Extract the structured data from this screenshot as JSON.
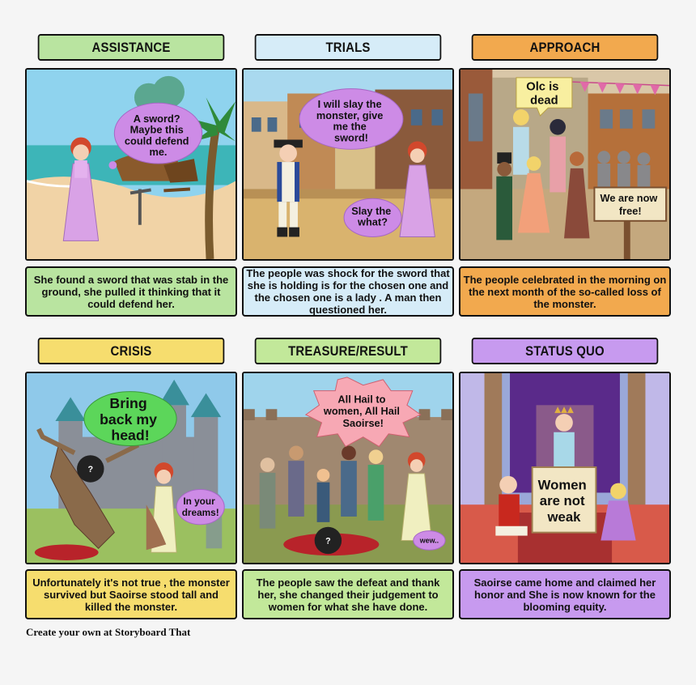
{
  "panels": [
    {
      "title": "ASSISTANCE",
      "title_color": "#b9e4a0",
      "caption": "She found a sword that was stab in the ground, she pulled it thinking that it could defend her.",
      "caption_color": "#b9e4a0",
      "bubbles": [
        "A sword?",
        "Maybe this",
        "could defend",
        "me."
      ]
    },
    {
      "title": "TRIALS",
      "title_color": "#d6ecf8",
      "caption": "The people was shock for the sword that she is holding is for the chosen one and the chosen one is a lady . A man then questioned her.",
      "caption_color": "#d6ecf8",
      "bubbles": [
        "I will slay the",
        "monster, give",
        "me the",
        "sword!"
      ],
      "bubbles2": [
        "Slay the",
        "what?"
      ]
    },
    {
      "title": "APPROACH",
      "title_color": "#f2a94e",
      "caption": "The people celebrated in the morning on the next month of the so-called loss of the monster.",
      "caption_color": "#f2a94e",
      "bubbles": [
        "Olc is",
        "dead"
      ],
      "sign": [
        "We are now",
        "free!"
      ]
    },
    {
      "title": "CRISIS",
      "title_color": "#f6dd6e",
      "caption": "Unfortunately it's not true , the monster survived but Saoirse stood tall and killed the monster.",
      "caption_color": "#f6dd6e",
      "bubbles": [
        "Bring",
        "back my",
        "head!"
      ],
      "bubbles2": [
        "In your",
        "dreams!"
      ],
      "mark": "?"
    },
    {
      "title": "TREASURE/RESULT",
      "title_color": "#c2e89a",
      "caption": "The people saw the defeat and thank her, she changed their judgement to women for what she have done.",
      "caption_color": "#c2e89a",
      "bubbles": [
        "All Hail to",
        "women, All Hail",
        "Saoirse!"
      ],
      "bubbles2": [
        "wew.."
      ],
      "mark": "?"
    },
    {
      "title": "STATUS QUO",
      "title_color": "#c79aef",
      "caption": "Saoirse came home and claimed her honor and  She is now known for the blooming equity.",
      "caption_color": "#c79aef",
      "sign": [
        "Women",
        "are not",
        "weak"
      ]
    }
  ],
  "footer": "Create your own at Storyboard That"
}
